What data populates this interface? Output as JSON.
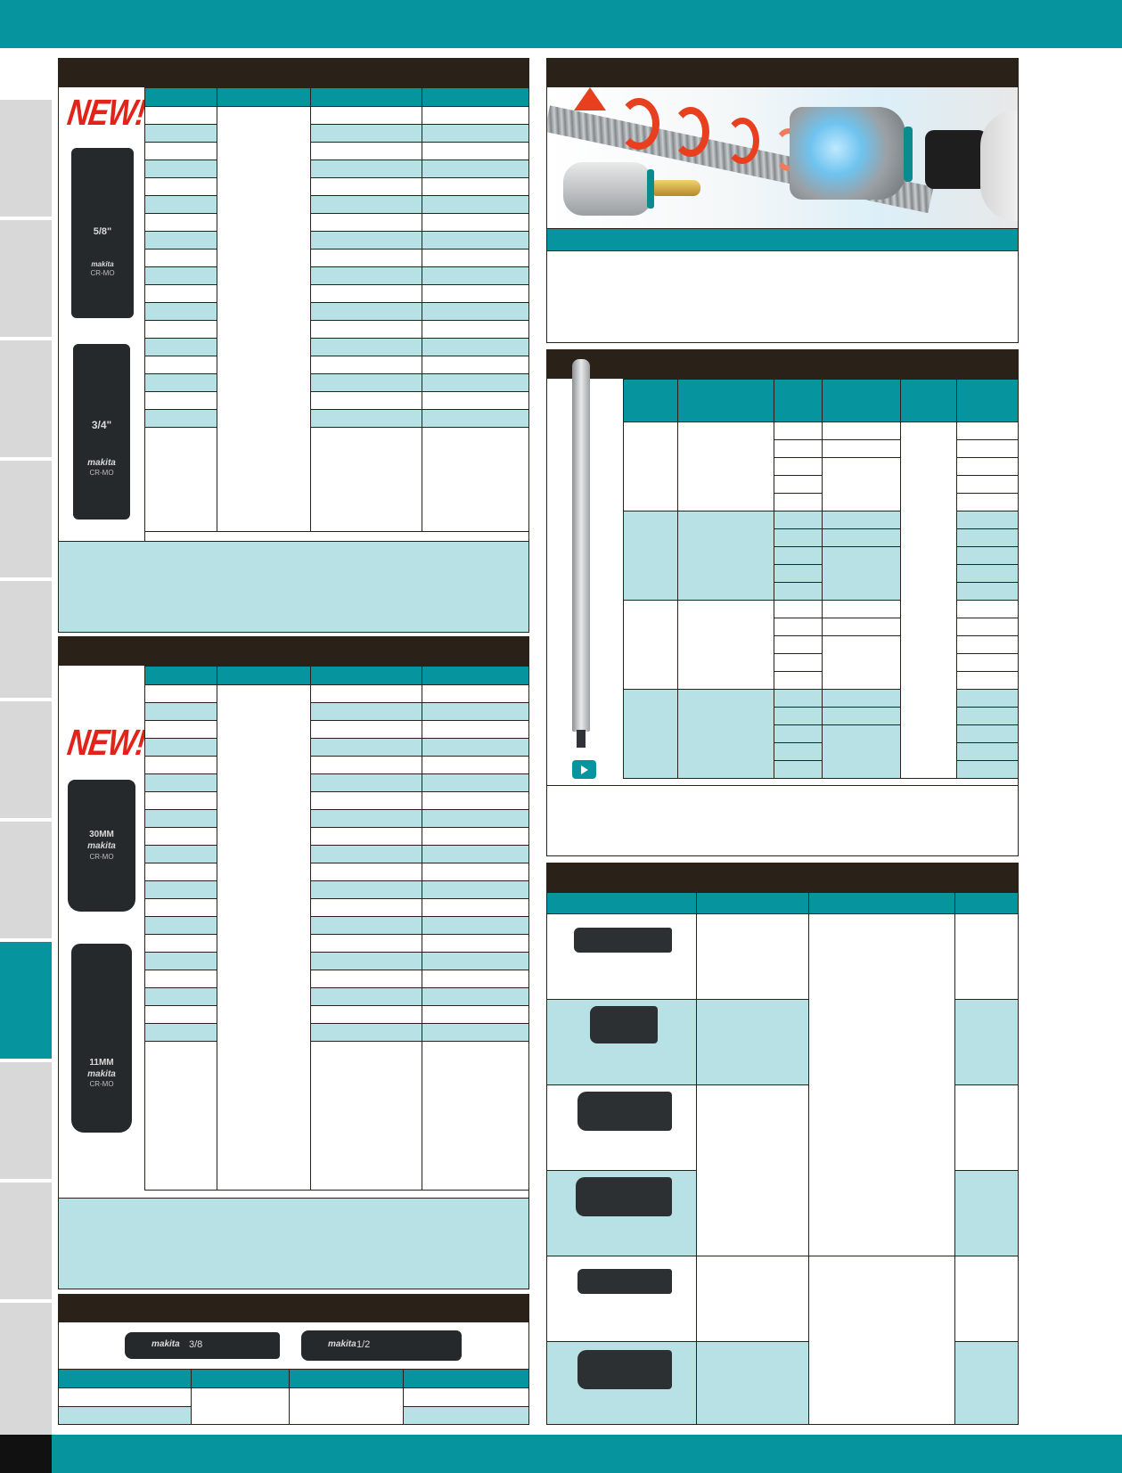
{
  "colors": {
    "accent": "#06959e",
    "header_dark": "#2a2118",
    "row_light": "#b7e1e5",
    "tab_gray": "#d8d8d8",
    "badge_red": "#e2231a"
  },
  "badges": {
    "new_1": "NEW!",
    "new_2": "NEW!"
  },
  "socket_products": {
    "sae_5_8": {
      "size": "5/8\"",
      "brand": "makita",
      "material": "CR-MO"
    },
    "sae_3_4": {
      "size": "3/4\"",
      "brand": "makita",
      "material": "CR-MO"
    },
    "metric_30": {
      "size": "30MM",
      "brand": "makita",
      "material": "CR-MO"
    },
    "metric_11": {
      "size": "11MM",
      "brand": "makita",
      "material": "CR-MO"
    }
  },
  "adapters": {
    "left_size": "3/8",
    "right_size": "1/2",
    "brand": "makita"
  },
  "icons": {
    "play": "play-icon",
    "new": "new-badge-icon"
  },
  "side_tabs": {
    "count": 11,
    "active_index": 7
  }
}
